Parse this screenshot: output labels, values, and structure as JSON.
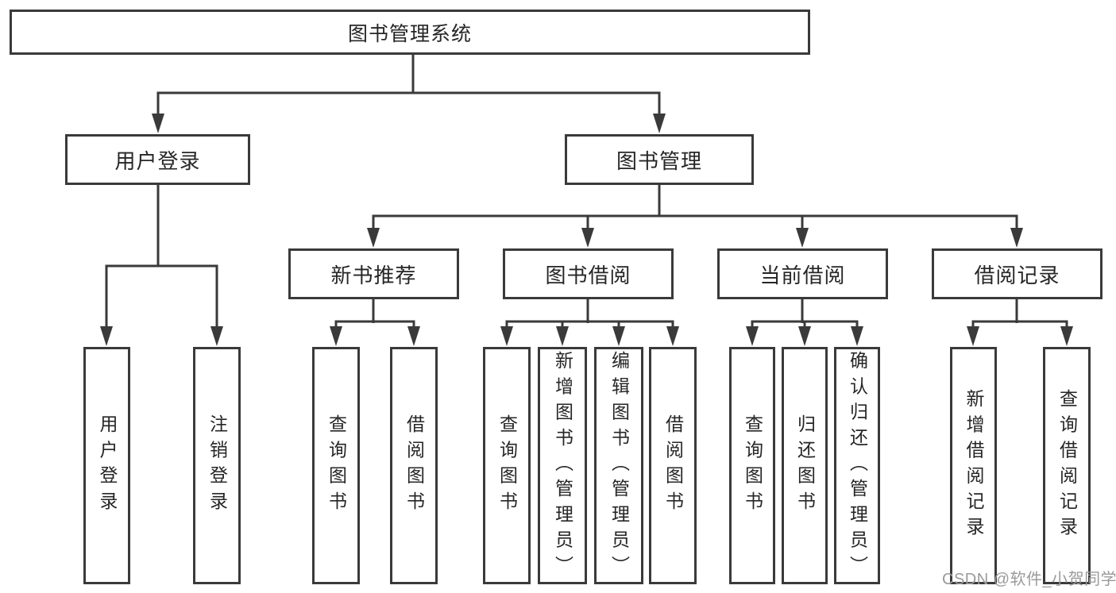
{
  "diagram": {
    "title_node": "图书管理系统",
    "root": {
      "label": "图书管理系统"
    },
    "branches": [
      {
        "label": "用户登录",
        "children": [
          {
            "label": "用户登录"
          },
          {
            "label": "注销登录"
          }
        ]
      },
      {
        "label": "图书管理",
        "children": [
          {
            "label": "新书推荐",
            "children": [
              {
                "label": "查询图书"
              },
              {
                "label": "借阅图书"
              }
            ]
          },
          {
            "label": "图书借阅",
            "children": [
              {
                "label": "查询图书"
              },
              {
                "label": "新增图书（管理员）"
              },
              {
                "label": "编辑图书（管理员）"
              },
              {
                "label": "借阅图书"
              }
            ]
          },
          {
            "label": "当前借阅",
            "children": [
              {
                "label": "查询图书"
              },
              {
                "label": "归还图书"
              },
              {
                "label": "确认归还（管理员）"
              }
            ]
          },
          {
            "label": "借阅记录",
            "children": [
              {
                "label": "新增借阅记录"
              },
              {
                "label": "查询借阅记录"
              }
            ]
          }
        ]
      }
    ]
  },
  "watermark": {
    "text": "CSDN @软件_小贺同学"
  },
  "colors": {
    "line": "#3a3a3a",
    "box_border": "#3a3a3a",
    "text": "#262626",
    "background": "#ffffff",
    "watermark": "#9a9a9a"
  }
}
